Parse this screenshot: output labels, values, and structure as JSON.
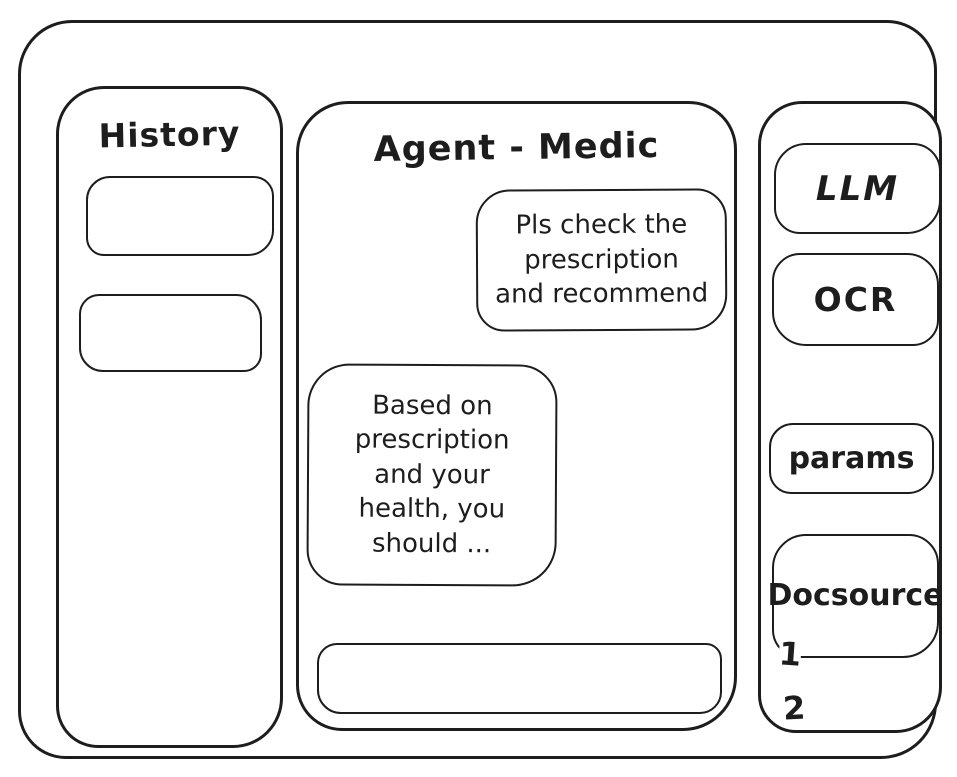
{
  "theme": {
    "ink": "#1d1d1d",
    "paper": "#ffffff"
  },
  "history_panel": {
    "title": "History",
    "items": [
      {
        "label": ""
      },
      {
        "label": ""
      }
    ]
  },
  "chat_panel": {
    "title": "Agent - Medic",
    "messages": [
      {
        "role": "user",
        "text": "Pls check the prescription and recommend",
        "lines": [
          "Pls check the",
          "prescription",
          "and recommend"
        ]
      },
      {
        "role": "assistant",
        "text": "Based on prescription and your health, you should ...",
        "lines": [
          "Based on",
          "prescription",
          "and your",
          "health, you",
          "should ..."
        ]
      }
    ],
    "input": {
      "value": "",
      "placeholder": ""
    }
  },
  "tools_panel": {
    "buttons": [
      {
        "id": "llm",
        "label": "LLM"
      },
      {
        "id": "ocr",
        "label": "OCR"
      },
      {
        "id": "params",
        "label": "params"
      },
      {
        "id": "doc_source",
        "label_line1": "Doc",
        "label_line2": "source"
      }
    ],
    "doc_list": [
      "1",
      "2"
    ]
  }
}
